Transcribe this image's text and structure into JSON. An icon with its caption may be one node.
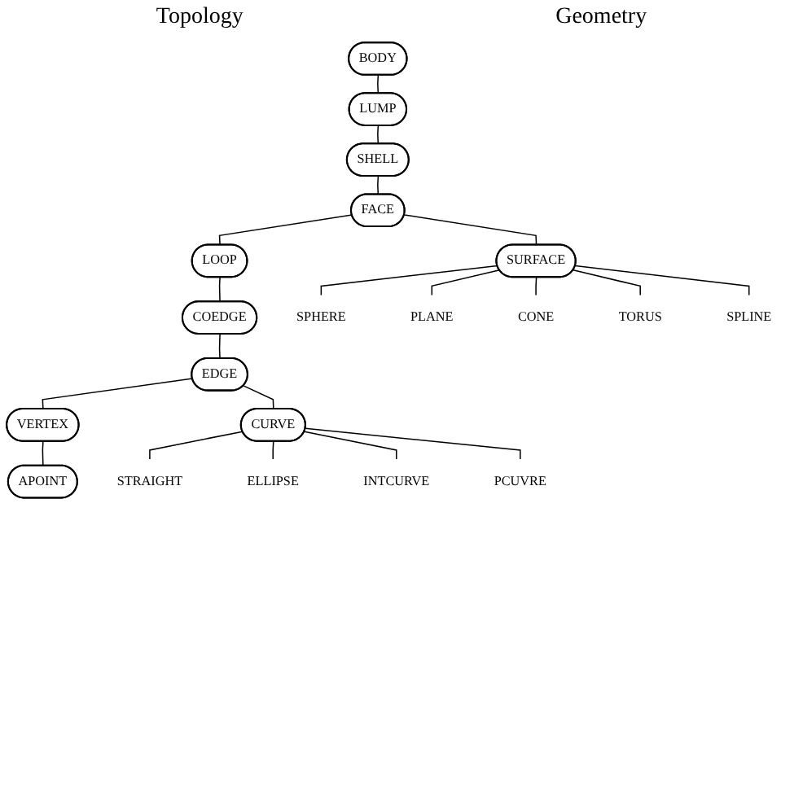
{
  "diagram": {
    "nodes": [
      {
        "text": [
          "BODY"
        ]
      },
      {
        "text": [
          "LUMP"
        ]
      },
      {
        "text": [
          "SHELL"
        ]
      },
      {
        "text": [
          "FACE"
        ]
      },
      {
        "text": [
          "LOOP"
        ]
      },
      {
        "text": [
          "COEDGE"
        ]
      },
      {
        "text": [
          "EDGE"
        ]
      },
      {
        "text": [
          "VERTEX"
        ]
      },
      {
        "text": [
          "SURFACE"
        ]
      },
      {
        "text": [
          "CURVE"
        ]
      },
      {
        "text": [
          "APOINT"
        ]
      },
      {
        "text": [
          "SPHERE"
        ]
      },
      {
        "text": [
          "PLANE"
        ]
      },
      {
        "text": [
          "CONE"
        ]
      },
      {
        "text": [
          "TORUS"
        ]
      },
      {
        "text": [
          "SPLINE"
        ]
      },
      {
        "text": [
          "STRAIGHT"
        ]
      },
      {
        "text": [
          "ELLIPSE"
        ]
      },
      {
        "text": [
          "INTCURVE"
        ]
      },
      {
        "text": [
          "PCUVRE"
        ]
      }
    ],
    "edges": [
      {
        "from": 0,
        "to": 1,
        "arrow": "none"
      },
      {
        "from": 1,
        "to": 2,
        "arrow": "none"
      },
      {
        "from": 2,
        "to": 3,
        "arrow": "none"
      },
      {
        "from": 3,
        "to": 4,
        "arrow": "none"
      },
      {
        "from": 4,
        "to": 5,
        "arrow": "none"
      },
      {
        "from": 5,
        "to": 6,
        "arrow": "none"
      },
      {
        "from": 6,
        "to": 7,
        "arrow": "none"
      },
      {
        "from": 3,
        "to": 8,
        "arrow": "none"
      },
      {
        "from": 6,
        "to": 9,
        "arrow": "none"
      },
      {
        "from": 7,
        "to": 10,
        "arrow": "none"
      },
      {
        "from": 8,
        "to": 11,
        "arrow": "none"
      },
      {
        "from": 8,
        "to": 12,
        "arrow": "none"
      },
      {
        "from": 8,
        "to": 13,
        "arrow": "none"
      },
      {
        "from": 8,
        "to": 14,
        "arrow": "none"
      },
      {
        "from": 8,
        "to": 15,
        "arrow": "none"
      },
      {
        "from": 9,
        "to": 16,
        "arrow": "none"
      },
      {
        "from": 9,
        "to": 17,
        "arrow": "none"
      },
      {
        "from": 9,
        "to": 18,
        "arrow": "none"
      },
      {
        "from": 9,
        "to": 19,
        "arrow": "none"
      }
    ],
    "labels": [
      "Topology",
      "Geometry"
    ]
  }
}
